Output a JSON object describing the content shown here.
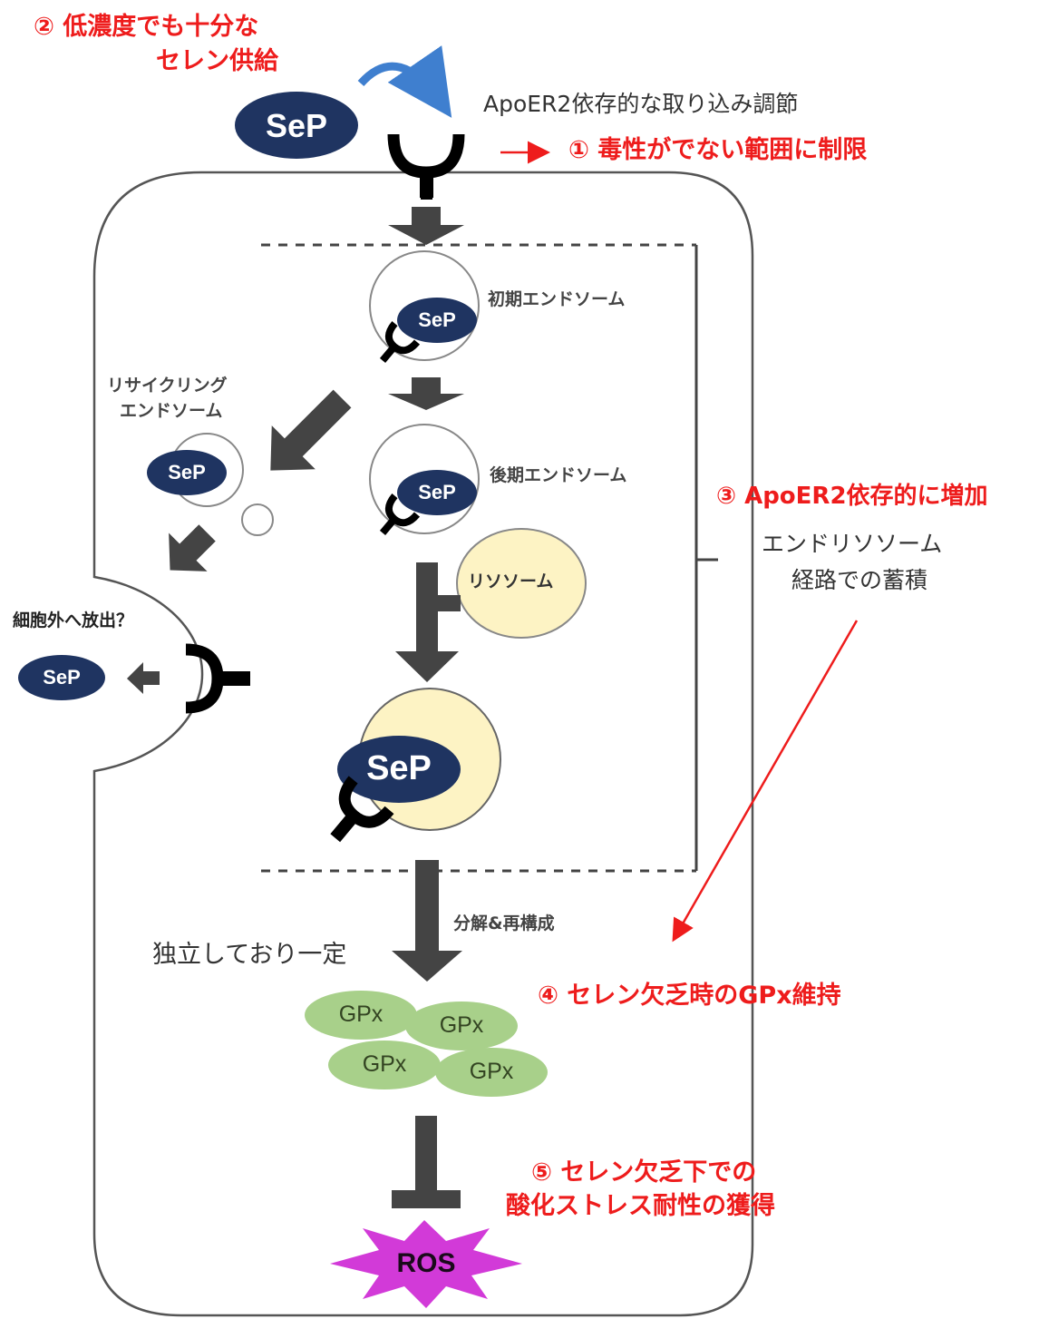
{
  "labels": {
    "red_2_line1": "② 低濃度でも十分な",
    "red_2_line2": "セレン供給",
    "uptake": "ApoER2依存的な取り込み調節",
    "red_1": "① 毒性がでない範囲に制限",
    "early_endosome": "初期エンドソーム",
    "recycling_line1": "リサイクリング",
    "recycling_line2": "エンドソーム",
    "late_endosome": "後期エンドソーム",
    "red_3": "③ ApoER2依存的に増加",
    "endo_line1": "エンドリソソーム",
    "endo_line2": "経路での蓄積",
    "lysosome": "リソソーム",
    "export": "細胞外へ放出？",
    "degrade": "分解&再構成",
    "independent": "独立しており一定",
    "red_4": "④ セレン欠乏時のGPx維持",
    "red_5_line1": "⑤ セレン欠乏下での",
    "red_5_line2": "酸化ストレス耐性の獲得",
    "ros": "ROS"
  },
  "molecules": {
    "sep": "SeP",
    "gpx": "GPx"
  },
  "colors": {
    "sep_fill": "#1f3461",
    "gpx_fill": "#a8d08a",
    "lysosome_fill": "#fdf3c4",
    "ros_fill": "#d23ad8",
    "annotation_red": "#ee1c1c",
    "blue_arrow": "#3f7fcf",
    "arrow_gray": "#444444"
  }
}
